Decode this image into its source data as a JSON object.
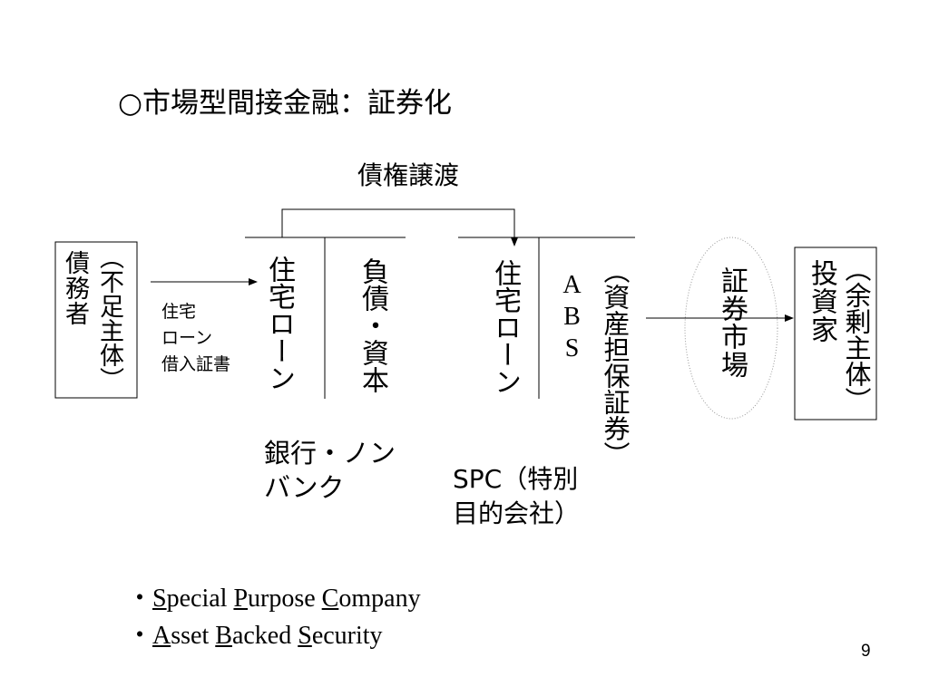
{
  "slide": {
    "title": "○市場型間接金融：証券化",
    "page_number": "9"
  },
  "diagram": {
    "top_label": "債権譲渡",
    "debtor": {
      "main": "債務者",
      "note": "（不足主体）"
    },
    "loan_doc": [
      "住宅",
      "ローン",
      "借入証書"
    ],
    "bank": {
      "asset": "住宅ローン",
      "liability": "負債・資本",
      "caption": [
        "銀行・ノン",
        "バンク"
      ]
    },
    "spc": {
      "asset": "住宅ローン",
      "abs": "ABS",
      "abs_note": "（資産担保証券）",
      "caption": [
        "SPC（特別",
        "目的会社）"
      ]
    },
    "market": "証券市場",
    "investor": {
      "main": "投資家",
      "note": "（余剰主体）"
    }
  },
  "glossary": [
    [
      [
        "S",
        true
      ],
      [
        "pecial ",
        false
      ],
      [
        "P",
        true
      ],
      [
        "urpose ",
        false
      ],
      [
        "C",
        true
      ],
      [
        "ompany",
        false
      ]
    ],
    [
      [
        "A",
        true
      ],
      [
        "sset ",
        false
      ],
      [
        "B",
        true
      ],
      [
        "acked ",
        false
      ],
      [
        "S",
        true
      ],
      [
        "ecurity",
        false
      ]
    ]
  ],
  "glossary_bullet": "・"
}
